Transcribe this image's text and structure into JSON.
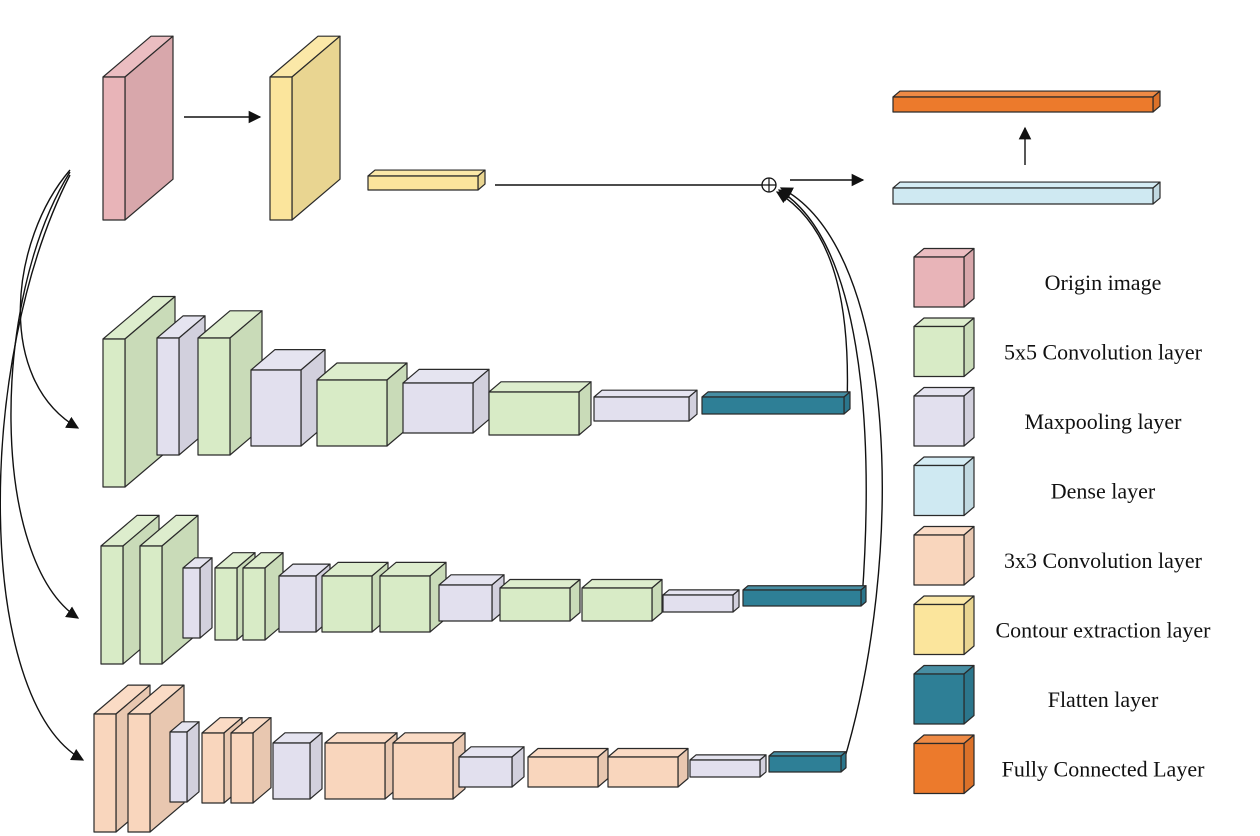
{
  "colors": {
    "origin": "#e8b4b8",
    "conv5": "#d8ebc6",
    "maxpool": "#e2e0ee",
    "dense": "#cfe9f2",
    "conv3": "#f9d6bd",
    "contour": "#fbe59c",
    "flatten": "#2e7f96",
    "fc": "#ec7a2c",
    "edge": "#2a2a2a"
  },
  "legend": [
    {
      "key": "origin",
      "label": "Origin image"
    },
    {
      "key": "conv5",
      "label": "5x5 Convolution layer"
    },
    {
      "key": "maxpool",
      "label": "Maxpooling layer"
    },
    {
      "key": "dense",
      "label": "Dense layer"
    },
    {
      "key": "conv3",
      "label": "3x3 Convolution layer"
    },
    {
      "key": "contour",
      "label": "Contour extraction layer"
    },
    {
      "key": "flatten",
      "label": "Flatten layer"
    },
    {
      "key": "fc",
      "label": "Fully Connected Layer"
    }
  ],
  "branches": [
    {
      "name": "branch-5x5-single",
      "layers": [
        "conv5",
        "maxpool",
        "conv5",
        "maxpool",
        "conv5",
        "maxpool",
        "conv5",
        "maxpool",
        "flatten"
      ]
    },
    {
      "name": "branch-5x5-double",
      "layers": [
        "conv5",
        "conv5",
        "maxpool",
        "conv5",
        "conv5",
        "maxpool",
        "conv5",
        "conv5",
        "maxpool",
        "conv5",
        "conv5",
        "maxpool",
        "flatten"
      ]
    },
    {
      "name": "branch-3x3",
      "layers": [
        "conv3",
        "conv3",
        "maxpool",
        "conv3",
        "conv3",
        "maxpool",
        "conv3",
        "conv3",
        "maxpool",
        "conv3",
        "conv3",
        "maxpool",
        "flatten"
      ]
    }
  ],
  "top_path": [
    "origin",
    "contour",
    "contour",
    "dense",
    "fc"
  ]
}
